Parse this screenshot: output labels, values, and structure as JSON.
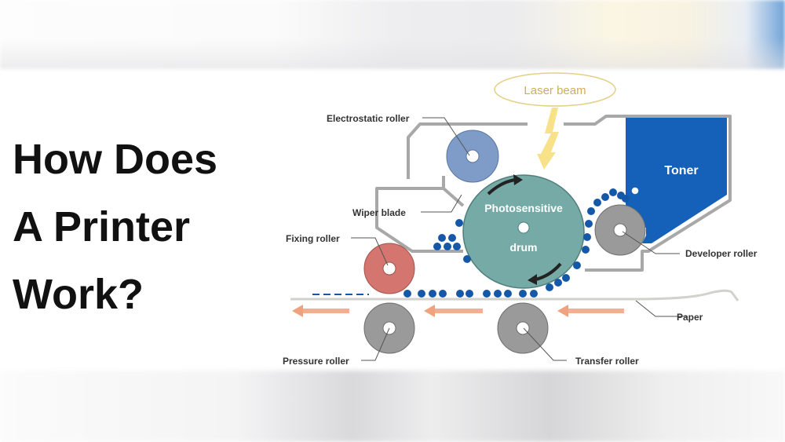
{
  "title": {
    "line1": "How Does",
    "line2": "A Printer",
    "line3": "Work?"
  },
  "diagram": {
    "laser_beam": "Laser beam",
    "electrostatic_roller": "Electrostatic roller",
    "wiper_blade": "Wiper blade",
    "fixing_roller": "Fixing roller",
    "pressure_roller": "Pressure roller",
    "transfer_roller": "Transfer roller",
    "developer_roller": "Developer roller",
    "paper": "Paper",
    "toner": "Toner",
    "drum_line1": "Photosensitive",
    "drum_line2": "drum"
  },
  "colors": {
    "toner": "#1560b8",
    "drum": "#76aaa6",
    "fixing": "#d4756f",
    "electrostatic": "#7f9cc8",
    "gray_roller": "#9a9a9a",
    "arrow": "#f0a27e",
    "dots": "#1558a8"
  }
}
